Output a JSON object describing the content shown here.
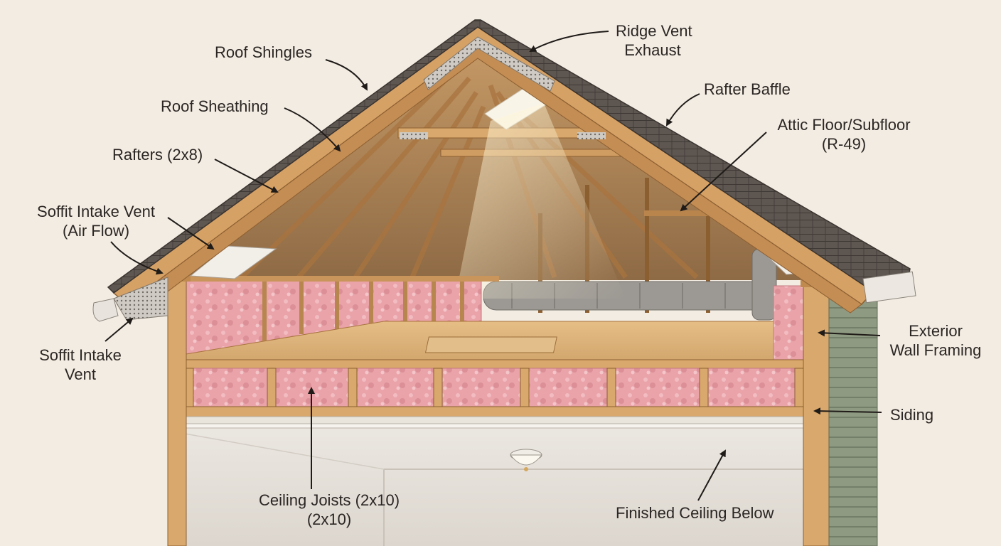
{
  "colors": {
    "background": "#f3ece3",
    "shingle": "#5e5650",
    "wood": "#d8a66b",
    "wood_dark": "#a9743f",
    "insulation": "#e9a3a9",
    "siding": "#8f9a82",
    "ceiling": "#e7e2db",
    "label_text": "#2b2623"
  },
  "labels": {
    "roof_shingles": "Roof Shingles",
    "ridge_vent": [
      "Ridge Vent",
      "Exhaust"
    ],
    "rafter_baffle": "Rafter Baffle",
    "attic_floor": [
      "Attic Floor/Subfloor",
      "(R-49)"
    ],
    "roof_sheathing": "Roof Sheathing",
    "rafters": "Rafters (2x8)",
    "soffit_air_flow": [
      "Soffit Intake Vent",
      "(Air Flow)"
    ],
    "soffit_vent": [
      "Soffit Intake",
      "Vent"
    ],
    "exterior_wall": [
      "Exterior",
      "Wall Framing"
    ],
    "siding": "Siding",
    "ceiling_joists": [
      "Ceiling Joists (2x10)",
      "(2x10)"
    ],
    "finished_ceiling": "Finished Ceiling Below"
  },
  "icons": [
    "ceiling-light-icon",
    "skylight-icon",
    "attic-hatch-icon"
  ]
}
